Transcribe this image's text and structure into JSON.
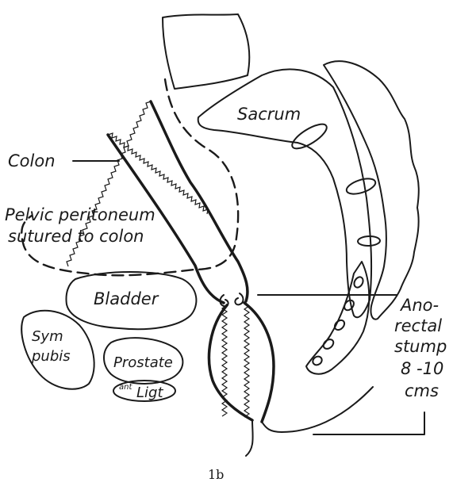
{
  "labels": {
    "colon": "Colon",
    "pelvic_line1": "Pelvic peritoneum",
    "pelvic_line2": "sutured to colon",
    "sacrum": "Sacrum",
    "bladder": "Bladder",
    "sym_line1": "Sym",
    "sym_line2": "pubis",
    "prostate": "Prostate",
    "ligament_sup": "ant",
    "ligament": "Ligt",
    "anorectal_line1": "Ano-",
    "anorectal_line2": "rectal",
    "anorectal_line3": "stump",
    "anorectal_line4": "8 -10",
    "anorectal_line5": "cms"
  },
  "caption": "1b"
}
